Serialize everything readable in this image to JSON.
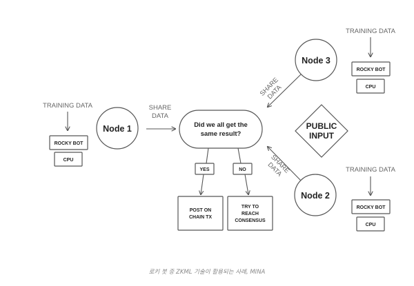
{
  "left": {
    "training": "TRAINING DATA",
    "bot": "ROCKY BOT",
    "cpu": "CPU"
  },
  "top_right": {
    "training": "TRAINING DATA",
    "bot": "ROCKY BOT",
    "cpu": "CPU"
  },
  "bottom_right": {
    "training": "TRAINING DATA",
    "bot": "ROCKY BOT",
    "cpu": "CPU"
  },
  "nodes": {
    "n1": "Node 1",
    "n2": "Node 2",
    "n3": "Node 3"
  },
  "share": {
    "line1": "SHARE",
    "line2": "DATA"
  },
  "question": {
    "line1": "Did we all get the",
    "line2": "same result?"
  },
  "yes": "YES",
  "no": "NO",
  "post": {
    "line1": "POST ON",
    "line2": "CHAIN TX"
  },
  "consensus": {
    "line1": "TRY TO",
    "line2": "REACH",
    "line3": "CONSENSUS"
  },
  "public": {
    "line1": "PUBLIC",
    "line2": "INPUT"
  },
  "caption": "로키 봇 중 ZKML 기술이 활용되는 사례, MINA"
}
